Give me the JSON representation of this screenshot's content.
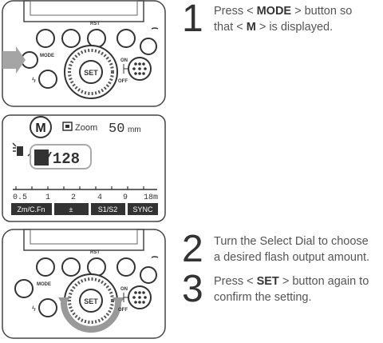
{
  "steps": [
    {
      "number": "1",
      "line1_pre": "Press < ",
      "line1_bold": "MODE",
      "line1_post": " > button so",
      "line2_pre": "that < ",
      "line2_bold": "M",
      "line2_post": " > is displayed."
    },
    {
      "number": "2",
      "line1": "Turn the Select Dial to choose",
      "line2": "a desired flash output amount."
    },
    {
      "number": "3",
      "line1_pre": "Press < ",
      "line1_bold": "SET",
      "line1_post": " > button again to",
      "line2": "confirm the setting."
    }
  ],
  "device": {
    "button_labels": {
      "rst": "RST",
      "mode": "MODE",
      "set": "SET",
      "on": "ON",
      "off": "OFF"
    }
  },
  "lcd": {
    "mode": "M",
    "zoom_label": "Zoom",
    "zoom_value": "50",
    "zoom_unit": "mm",
    "output": "1/128",
    "scale_labels": [
      "0.5",
      "1",
      "2",
      "4",
      "9",
      "18m"
    ],
    "soft_keys": [
      "Zm/C.Fn",
      "±",
      "S1/S2",
      "SYNC"
    ]
  }
}
